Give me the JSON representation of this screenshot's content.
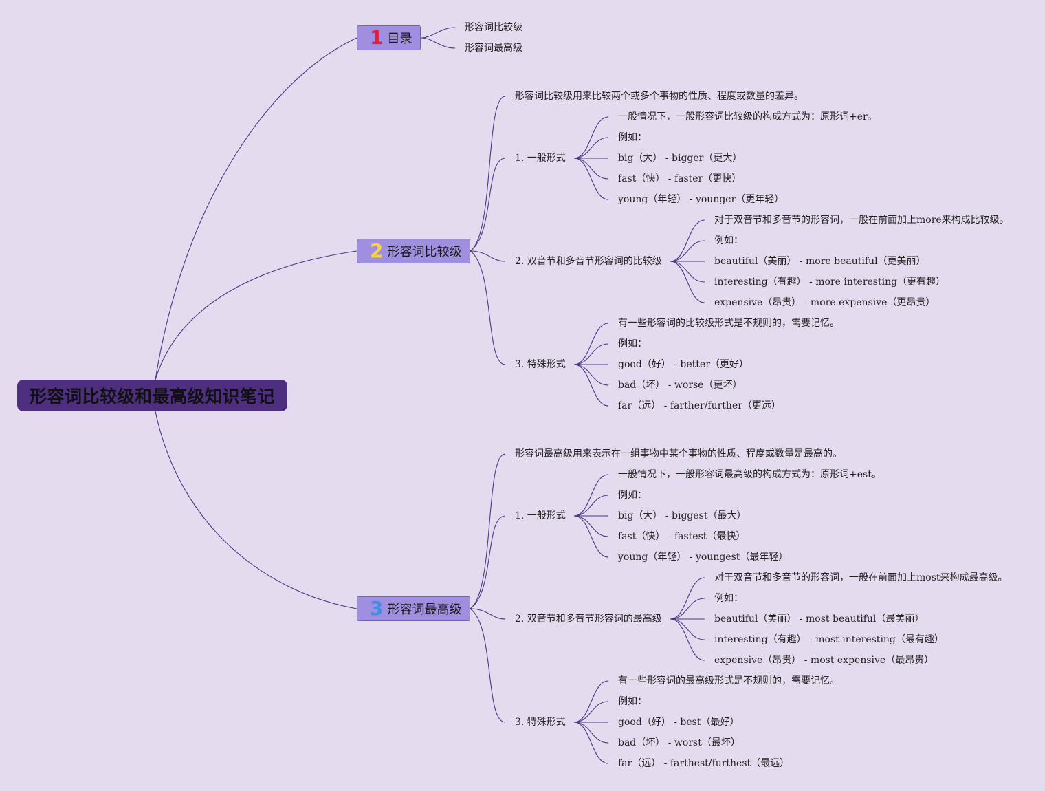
{
  "root": {
    "title": "形容词比较级和最高级知识笔记"
  },
  "toc": {
    "number": "1",
    "label": "目录",
    "number_color": "#e02040",
    "items": [
      "形容词比较级",
      "形容词最高级"
    ]
  },
  "comparative": {
    "number": "2",
    "label": "形容词比较级",
    "number_color": "#f6d33c",
    "definition": "形容词比较级用来比较两个或多个事物的性质、程度或数量的差异。",
    "general": {
      "label": "1. 一般形式",
      "items": [
        "一般情况下，一般形容词比较级的构成方式为：原形词+er。",
        "例如：",
        "big（大） - bigger（更大）",
        "fast（快） - faster（更快）",
        "young（年轻） - younger（更年轻）"
      ]
    },
    "multi": {
      "label": "2. 双音节和多音节形容词的比较级",
      "items": [
        "对于双音节和多音节的形容词，一般在前面加上more来构成比较级。",
        "例如：",
        "beautiful（美丽） - more beautiful（更美丽）",
        "interesting（有趣） - more interesting（更有趣）",
        "expensive（昂贵） - more expensive（更昂贵）"
      ]
    },
    "special": {
      "label": "3. 特殊形式",
      "items": [
        "有一些形容词的比较级形式是不规则的，需要记忆。",
        "例如：",
        "good（好） - better（更好）",
        "bad（坏） - worse（更坏）",
        "far（远） - farther/further（更远）"
      ]
    }
  },
  "superlative": {
    "number": "3",
    "label": "形容词最高级",
    "number_color": "#3d8fe6",
    "definition": "形容词最高级用来表示在一组事物中某个事物的性质、程度或数量是最高的。",
    "general": {
      "label": "1. 一般形式",
      "items": [
        "一般情况下，一般形容词最高级的构成方式为：原形词+est。",
        "例如：",
        "big（大） - biggest（最大）",
        "fast（快） - fastest（最快）",
        "young（年轻） - youngest（最年轻）"
      ]
    },
    "multi": {
      "label": "2. 双音节和多音节形容词的最高级",
      "items": [
        "对于双音节和多音节的形容词，一般在前面加上most来构成最高级。",
        "例如：",
        "beautiful（美丽） - most beautiful（最美丽）",
        "interesting（有趣） - most interesting（最有趣）",
        "expensive（昂贵） - most expensive（最昂贵）"
      ]
    },
    "special": {
      "label": "3. 特殊形式",
      "items": [
        "有一些形容词的最高级形式是不规则的，需要记忆。",
        "例如：",
        "good（好） - best（最好）",
        "bad（坏） - worst（最坏）",
        "far（远） - farthest/furthest（最远）"
      ]
    }
  }
}
